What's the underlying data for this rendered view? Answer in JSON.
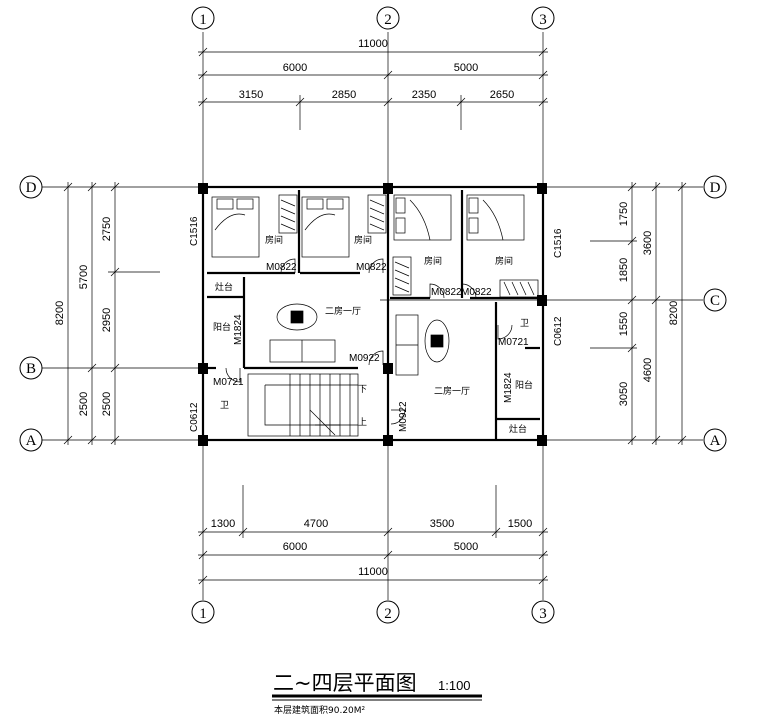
{
  "axes": {
    "col1": "1",
    "col2": "2",
    "col3": "3",
    "rowA": "A",
    "rowB": "B",
    "rowC": "C",
    "rowD": "D"
  },
  "dims_top": {
    "total": "11000",
    "left": "6000",
    "right": "5000",
    "s1": "3150",
    "s2": "2850",
    "s3": "2350",
    "s4": "2650"
  },
  "dims_bottom": {
    "s1": "1300",
    "s2": "4700",
    "s3": "3500",
    "s4": "1500",
    "left": "6000",
    "right": "5000",
    "total": "11000"
  },
  "dims_left": {
    "total": "8200",
    "upper": "5700",
    "lower": "2500",
    "a": "2750",
    "b": "2950",
    "c": "2500"
  },
  "dims_right": {
    "a": "1750",
    "b": "1850",
    "c": "1550",
    "d": "3050",
    "upper": "3600",
    "lower": "4600",
    "total": "8200"
  },
  "rooms": {
    "bedroom": "房间",
    "living": "二房一厅",
    "kitchen": "灶台",
    "balcony": "阳台",
    "bath": "卫",
    "down": "下",
    "up": "上"
  },
  "openings": {
    "c1516": "C1516",
    "m0822": "M0822",
    "m1824": "M1824",
    "m0922": "M0922",
    "m0721": "M0721",
    "c0612": "C0612"
  },
  "title": {
    "main": "二~四层平面图",
    "scale": "1:100",
    "area": "本层建筑面积90.20M²"
  }
}
